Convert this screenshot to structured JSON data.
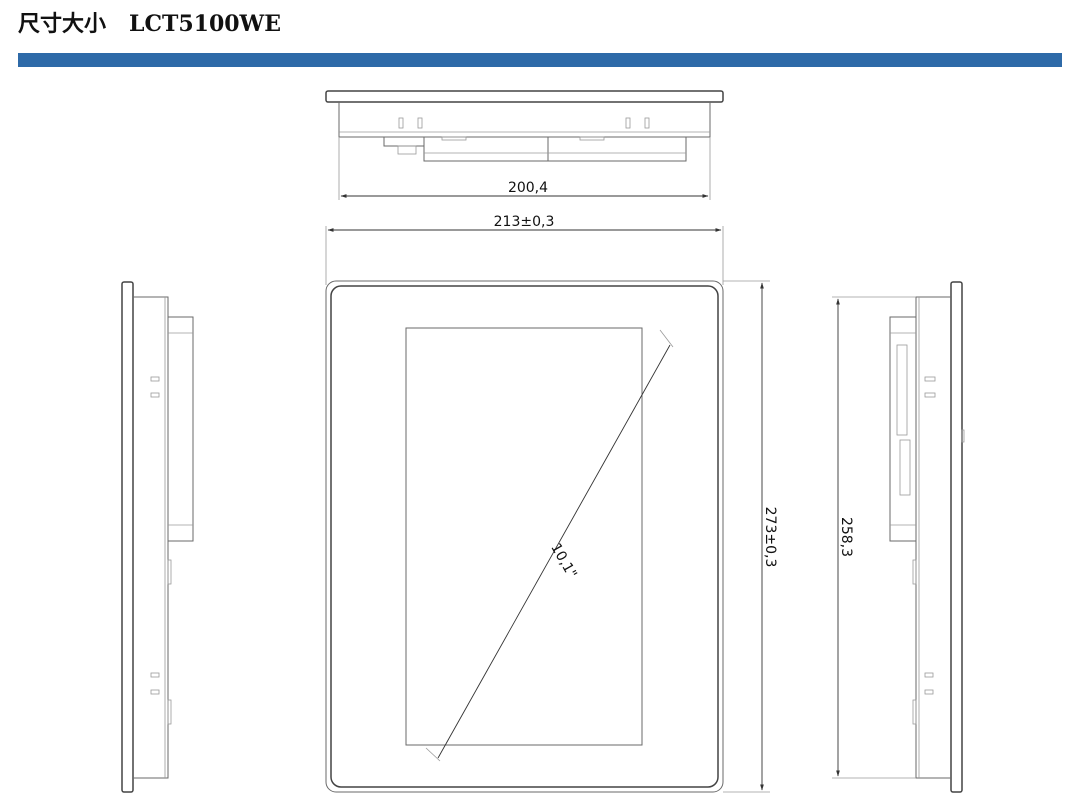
{
  "header": {
    "title": "尺寸大小   LCT5100WE",
    "bar_color": "#2e6aa8"
  },
  "dimensions": {
    "top_view_width": "200,4",
    "front_width": "213±0,3",
    "front_height": "273±0,3",
    "side_height": "258,3",
    "diagonal": "10,1\""
  },
  "colors": {
    "line": "#6a6a6a",
    "dimension_line": "#333333"
  }
}
